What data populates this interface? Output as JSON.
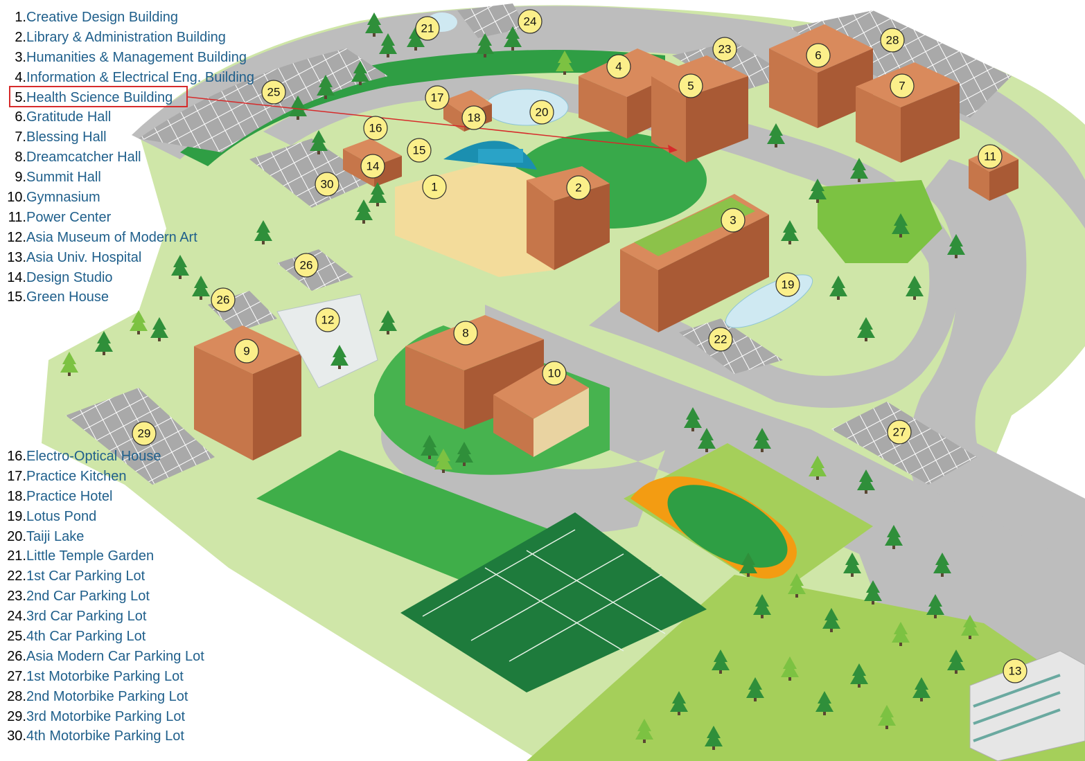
{
  "legend": [
    {
      "num": "1.",
      "name": "Creative Design Building"
    },
    {
      "num": "2.",
      "name": "Library & Administration Building"
    },
    {
      "num": "3.",
      "name": "Humanities & Management Building"
    },
    {
      "num": "4.",
      "name": "Information & Electrical Eng. Building"
    },
    {
      "num": "5.",
      "name": "Health Science Building"
    },
    {
      "num": "6.",
      "name": "Gratitude Hall"
    },
    {
      "num": "7.",
      "name": "Blessing Hall"
    },
    {
      "num": "8.",
      "name": "Dreamcatcher Hall"
    },
    {
      "num": "9.",
      "name": "Summit Hall"
    },
    {
      "num": "10.",
      "name": "Gymnasium"
    },
    {
      "num": "11.",
      "name": "Power Center"
    },
    {
      "num": "12.",
      "name": "Asia Museum of Modern Art"
    },
    {
      "num": "13.",
      "name": "Asia Univ. Hospital"
    },
    {
      "num": "14.",
      "name": "Design Studio"
    },
    {
      "num": "15.",
      "name": "Green House"
    },
    {
      "num": "16.",
      "name": "Electro-Optical House"
    },
    {
      "num": "17.",
      "name": "Practice Kitchen"
    },
    {
      "num": "18.",
      "name": "Practice Hotel"
    },
    {
      "num": "19.",
      "name": "Lotus Pond"
    },
    {
      "num": "20.",
      "name": "Taiji Lake"
    },
    {
      "num": "21.",
      "name": "Little Temple Garden"
    },
    {
      "num": "22.",
      "name": "1st Car Parking Lot"
    },
    {
      "num": "23.",
      "name": "2nd Car Parking Lot"
    },
    {
      "num": "24.",
      "name": "3rd Car Parking Lot"
    },
    {
      "num": "25.",
      "name": "4th Car Parking Lot"
    },
    {
      "num": "26.",
      "name": "Asia Modern Car Parking Lot"
    },
    {
      "num": "27.",
      "name": "1st Motorbike Parking Lot"
    },
    {
      "num": "28.",
      "name": "2nd Motorbike Parking Lot"
    },
    {
      "num": "29.",
      "name": "3rd Motorbike Parking Lot"
    },
    {
      "num": "30.",
      "name": "4th Motorbike Parking Lot"
    }
  ],
  "highlighted": "5",
  "markers": [
    "1",
    "2",
    "3",
    "4",
    "5",
    "6",
    "7",
    "8",
    "9",
    "10",
    "11",
    "12",
    "13",
    "14",
    "15",
    "16",
    "17",
    "18",
    "19",
    "20",
    "21",
    "22",
    "23",
    "24",
    "25",
    "26",
    "26",
    "27",
    "28",
    "29",
    "30"
  ],
  "colors": {
    "highlight": "#d62a2a",
    "marker_fill": "#fbef8a",
    "legend_text": "#1f5f8b",
    "road": "#bdbdbd",
    "grass": "#3fae49",
    "building": "#c6764a"
  }
}
